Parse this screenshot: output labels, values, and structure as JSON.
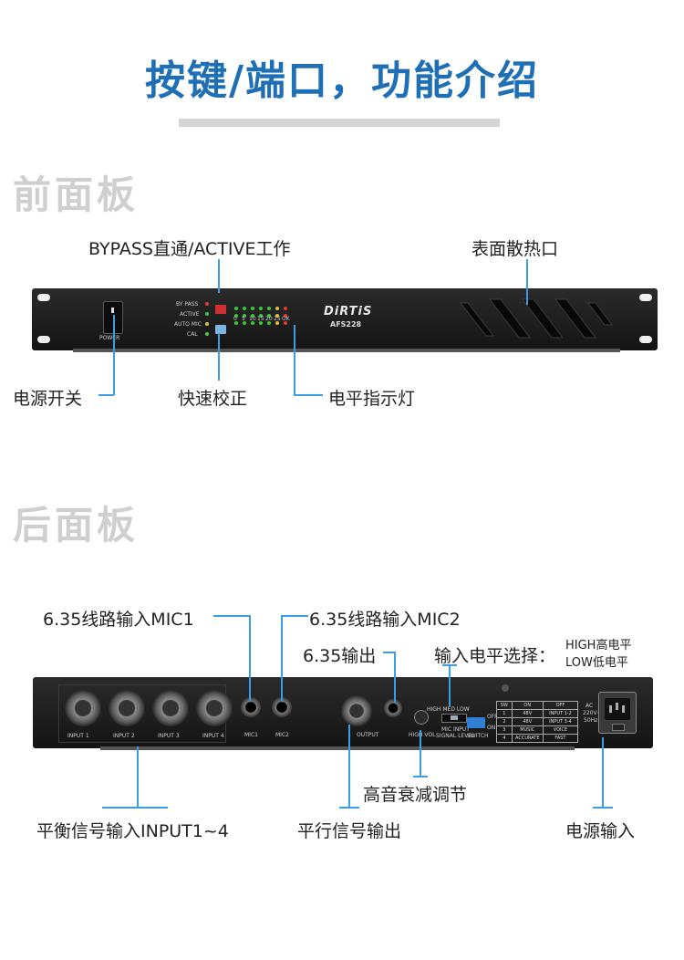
{
  "title": "按键/端口，功能介绍",
  "front": {
    "heading": "前面板",
    "labels": {
      "bypass": "BYPASS直通/ACTIVE工作",
      "vent": "表面散热口",
      "power": "电源开关",
      "quick_cal": "快速校正",
      "level": "电平指示灯"
    },
    "device": {
      "brand": "DiRTiS",
      "model": "AFS228",
      "power_text": "POWER",
      "mode_labels": [
        "BY PASS",
        "ACTIVE",
        "AUTO MIC",
        "CAL"
      ],
      "meter_scale": [
        "0",
        "5",
        "10",
        "15",
        "20",
        "25",
        "OK"
      ]
    }
  },
  "rear": {
    "heading": "后面板",
    "labels": {
      "mic1": "6.35线路输入MIC1",
      "mic2": "6.35线路输入MIC2",
      "out635": "6.35输出",
      "input_level": "输入电平选择：",
      "high": "HIGH高电平",
      "low": "LOW低电平",
      "treble": "高音衰减调节",
      "balanced": "平衡信号输入INPUT1~4",
      "parallel": "平行信号输出",
      "power_in": "电源输入"
    },
    "device": {
      "inputs": [
        "INPUT 1",
        "INPUT 2",
        "INPUT 3",
        "INPUT 4"
      ],
      "mic1": "MIC1",
      "mic2": "MIC2",
      "output": "OUTPUT",
      "high_vol": "HIGH VOL",
      "mic_input": "MIC INPUT",
      "signal_level": "SIGNAL LEVEL",
      "switch": "SWITCH",
      "level_marks": "HIGH  MED  LOW",
      "off": "OFF",
      "on": "ON",
      "table_head": [
        "SW",
        "ON",
        "OFF"
      ],
      "table_rows": [
        [
          "1",
          "48V",
          "INPUT 1-2"
        ],
        [
          "2",
          "48V",
          "INPUT 3-4"
        ],
        [
          "3",
          "MUSIC",
          "VOICE"
        ],
        [
          "4",
          "ACCURATE",
          "FAST"
        ]
      ],
      "ac": "AC",
      "voltage": "220V~",
      "freq": "50Hz"
    }
  }
}
